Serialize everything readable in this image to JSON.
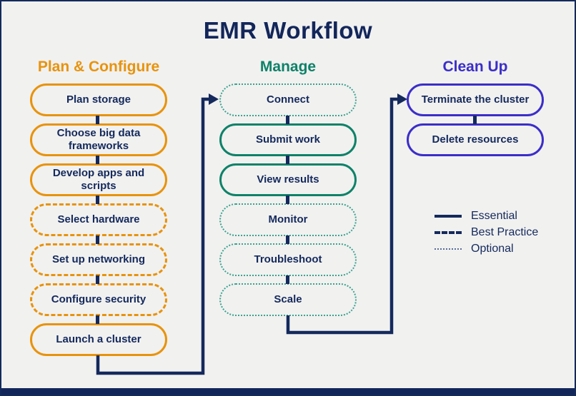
{
  "title": "EMR Workflow",
  "colors": {
    "navy": "#14295C",
    "orange": "#E8930C",
    "teal_solid": "#0E8268",
    "teal_dotted": "#3DA38E",
    "purple": "#3B2EC8",
    "background": "#F1F1F0"
  },
  "columns": [
    {
      "header": "Plan & Configure",
      "items": [
        {
          "label": "Plan storage",
          "type": "essential"
        },
        {
          "label": "Choose big data frameworks",
          "type": "essential"
        },
        {
          "label": "Develop apps and scripts",
          "type": "essential"
        },
        {
          "label": "Select hardware",
          "type": "best_practice"
        },
        {
          "label": "Set up networking",
          "type": "best_practice"
        },
        {
          "label": "Configure security",
          "type": "best_practice"
        },
        {
          "label": "Launch a cluster",
          "type": "essential"
        }
      ]
    },
    {
      "header": "Manage",
      "items": [
        {
          "label": "Connect",
          "type": "optional"
        },
        {
          "label": "Submit work",
          "type": "essential"
        },
        {
          "label": "View results",
          "type": "essential"
        },
        {
          "label": "Monitor",
          "type": "optional"
        },
        {
          "label": "Troubleshoot",
          "type": "optional"
        },
        {
          "label": "Scale",
          "type": "optional"
        }
      ]
    },
    {
      "header": "Clean Up",
      "items": [
        {
          "label": "Terminate the cluster",
          "type": "essential"
        },
        {
          "label": "Delete resources",
          "type": "essential"
        }
      ]
    }
  ],
  "legend": {
    "items": [
      {
        "label": "Essential",
        "style": "solid"
      },
      {
        "label": "Best Practice",
        "style": "dashed"
      },
      {
        "label": "Optional",
        "style": "dotted"
      }
    ]
  }
}
